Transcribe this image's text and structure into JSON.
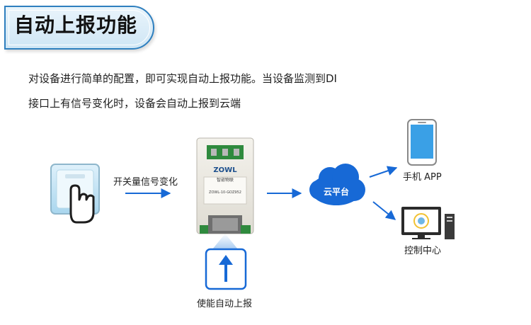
{
  "title": "自动上报功能",
  "description": {
    "line1": "对设备进行简单的配置，即可实现自动上报功能。当设备监测到DI",
    "line2": "接口上有信号变化时，设备会自动上报到云端"
  },
  "diagram": {
    "switch_signal_label": "开关量信号变化",
    "cloud_label": "云平台",
    "phone_label": "手机 APP",
    "control_center_label": "控制中心",
    "enable_label": "使能自动上报",
    "device": {
      "brand": "ZOWL",
      "brand_cn": "智嵌物联",
      "model": "ZOWL-10-GOZ952"
    }
  },
  "colors": {
    "accent": "#2e7fbf",
    "cloud": "#1769d6",
    "arrow": "#1769d6"
  }
}
